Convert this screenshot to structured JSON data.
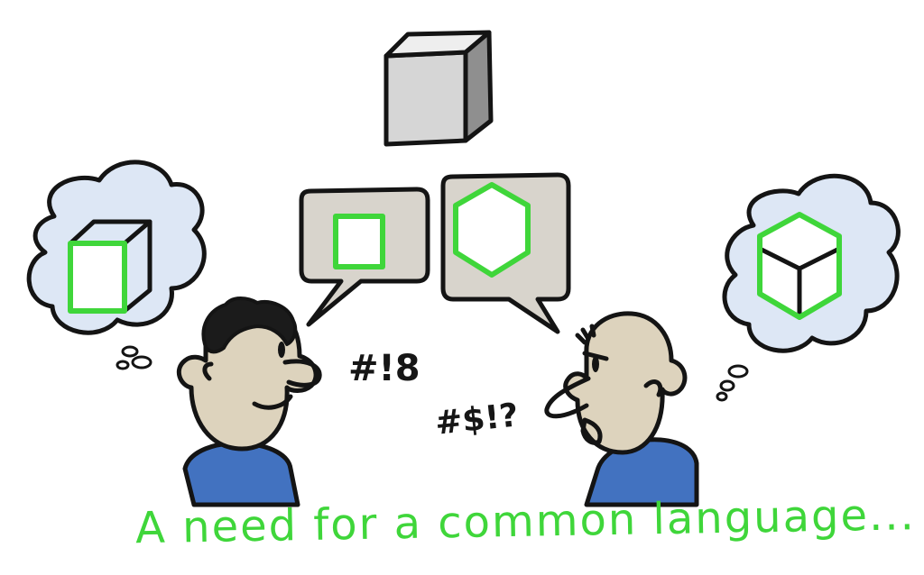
{
  "caption": "A need for a common language...",
  "left_speaker": {
    "exclamation": "#!8",
    "bubble_shape": "square",
    "thought_shape": "cube-front-view"
  },
  "right_speaker": {
    "exclamation": "#$!?",
    "bubble_shape": "hexagon",
    "thought_shape": "cube-corner-view"
  },
  "central_object": "grey-cube",
  "colors": {
    "ink": "#141414",
    "highlight_green": "#3fd63a",
    "skin": "#ddd3bd",
    "shirt": "#4272c0",
    "bubble_grey": "#d8d4cc",
    "thought_blue": "#dde7f5",
    "cube_front": "#d6d6d6",
    "cube_top": "#eeeeee",
    "cube_side": "#8f8f8f"
  }
}
